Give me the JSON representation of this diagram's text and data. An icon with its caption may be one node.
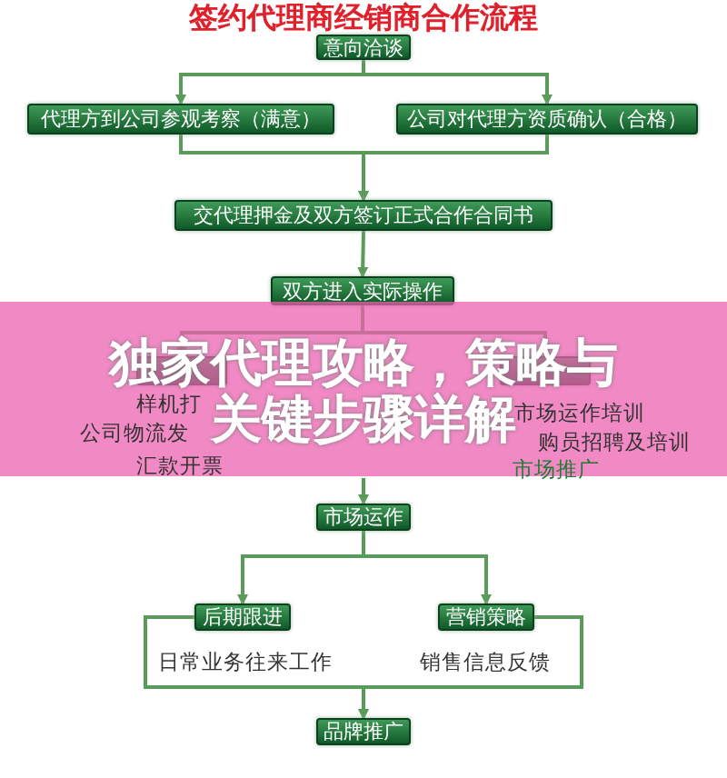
{
  "diagram": {
    "title": "签约代理商经销商合作流程",
    "nodes": [
      {
        "text": [
          "意向洽谈"
        ]
      },
      {
        "text": [
          "代理方到公司参观考察（满意）"
        ]
      },
      {
        "text": [
          "公司对代理方资质确认（合格）"
        ]
      },
      {
        "text": [
          "交代理押金及双方签订正式合作合同书"
        ]
      },
      {
        "text": [
          "双方进入实际操作"
        ]
      },
      {
        "text": [],
        "shape": "box",
        "beside": [
          "样机打",
          "公司物流发",
          "汇款开票"
        ]
      },
      {
        "text": [],
        "shape": "box",
        "beside": [
          "市场运作培训",
          "购员招聘及培训",
          "市场推广"
        ]
      },
      {
        "text": [
          "市场运作"
        ]
      },
      {
        "text": [
          "后期跟进"
        ],
        "beside": [
          "日常业务往来工作"
        ]
      },
      {
        "text": [
          "营销策略"
        ],
        "beside": [
          "销售信息反馈"
        ]
      },
      {
        "text": [
          "品牌推广"
        ]
      }
    ],
    "edges": [
      {
        "from": 0,
        "to": 1,
        "arrow": "to"
      },
      {
        "from": 0,
        "to": 2,
        "arrow": "to"
      },
      {
        "from": 1,
        "to": 3,
        "arrow": "to"
      },
      {
        "from": 2,
        "to": 3,
        "arrow": "to"
      },
      {
        "from": 3,
        "to": 4,
        "arrow": "to"
      },
      {
        "from": 4,
        "to": 5,
        "arrow": "to"
      },
      {
        "from": 4,
        "to": 6,
        "arrow": "to"
      },
      {
        "from": null,
        "to": 7,
        "arrow": "to"
      },
      {
        "from": 7,
        "to": 8,
        "arrow": "to"
      },
      {
        "from": 7,
        "to": 9,
        "arrow": "to"
      },
      {
        "from": 8,
        "to": 10,
        "arrow": "to"
      },
      {
        "from": 9,
        "to": 10,
        "arrow": "to"
      }
    ],
    "labels": [
      "独家代理攻略，策略与关键步骤详解"
    ]
  }
}
